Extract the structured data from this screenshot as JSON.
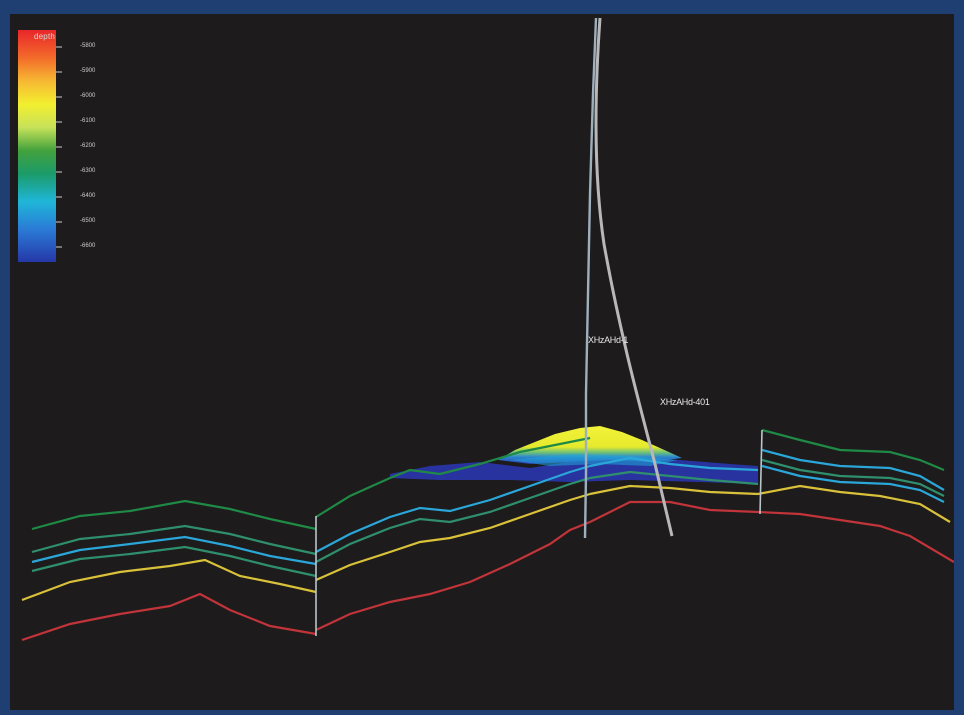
{
  "view": {
    "background": "#1d1b1c",
    "frame_color": "#1f3f73"
  },
  "colorbar": {
    "title": "depth",
    "ticks": [
      "-5800",
      "-5900",
      "-6000",
      "-6100",
      "-6200",
      "-6300",
      "-6400",
      "-6500",
      "-6600"
    ],
    "gradient": [
      "#e8262a",
      "#f36b2a",
      "#f6b833",
      "#f3ef2f",
      "#c6e25a",
      "#43a13c",
      "#1b9b6a",
      "#1fb6d8",
      "#2a7ad6",
      "#2538a8"
    ]
  },
  "wells": [
    {
      "id": "well-1",
      "label": "XHzAHd-1",
      "color": "#9fb0bd"
    },
    {
      "id": "well-2",
      "label": "XHzAHd-401",
      "color": "#b8b8b8"
    }
  ],
  "horizons": [
    {
      "id": "horizon-green-top",
      "color": "#1f8a45"
    },
    {
      "id": "horizon-blue",
      "color": "#2ba6d8"
    },
    {
      "id": "horizon-green-lower",
      "color": "#2f8f6c"
    },
    {
      "id": "horizon-yellow",
      "color": "#d9c13a"
    },
    {
      "id": "horizon-red",
      "color": "#c0343a"
    }
  ],
  "faults": [
    {
      "id": "fault-1",
      "color": "#b8c6cc"
    },
    {
      "id": "fault-2",
      "color": "#b8c6cc"
    }
  ]
}
